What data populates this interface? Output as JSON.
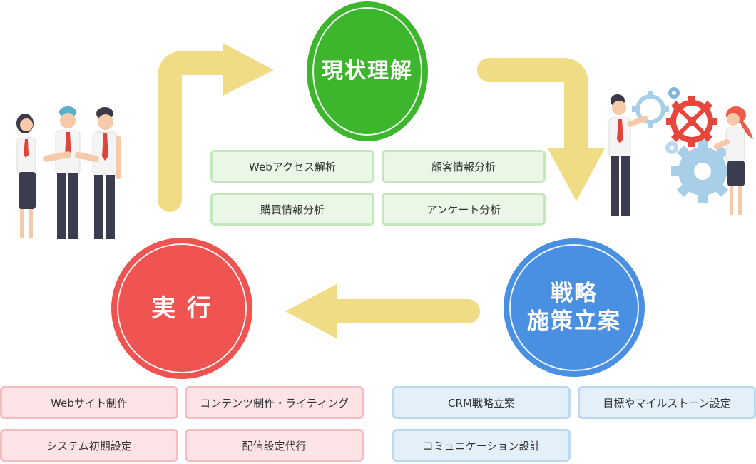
{
  "colors": {
    "green": "#3db52d",
    "red": "#ef5352",
    "blue": "#4a90e2",
    "arrow": "#f0dc84",
    "gear_blue": "#a7cfe8",
    "gear_red": "#e8453c"
  },
  "cycle": {
    "understanding": {
      "title": "現状理解"
    },
    "strategy": {
      "line1": "戦略",
      "line2": "施策立案"
    },
    "execution": {
      "title": "実 行"
    }
  },
  "tags": {
    "understanding": [
      "Webアクセス解析",
      "顧客情報分析",
      "購買情報分析",
      "アンケート分析"
    ],
    "execution": [
      "Webサイト制作",
      "コンテンツ制作・ライティング",
      "システム初期設定",
      "配信設定代行"
    ],
    "strategy": [
      "CRM戦略立案",
      "目標やマイルストーン設定",
      "コミュニケーション設計"
    ]
  },
  "illustrations": {
    "left": "team-handshake-illustration",
    "right": "team-gears-illustration"
  }
}
